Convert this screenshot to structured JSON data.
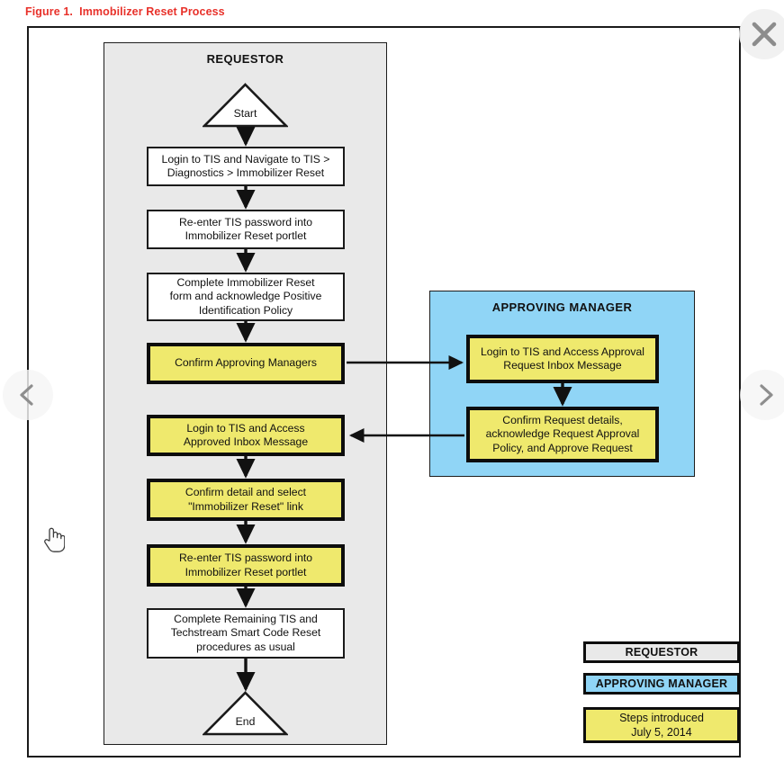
{
  "figure": {
    "caption": "Figure 1.  Immobilizer Reset Process"
  },
  "lanes": {
    "requestor": {
      "title": "REQUESTOR"
    },
    "manager": {
      "title": "APPROVING MANAGER"
    }
  },
  "terminators": {
    "start": "Start",
    "end": "End"
  },
  "requestor_steps": [
    {
      "id": "r1",
      "label": "Login to TIS and Navigate to TIS >\nDiagnostics > Immobilizer Reset",
      "highlight": false
    },
    {
      "id": "r2",
      "label": "Re-enter TIS password into\nImmobilizer Reset portlet",
      "highlight": false
    },
    {
      "id": "r3",
      "label": "Complete Immobilizer Reset\nform and acknowledge Positive\nIdentification Policy",
      "highlight": false
    },
    {
      "id": "r4",
      "label": "Confirm Approving Managers",
      "highlight": true
    },
    {
      "id": "r5",
      "label": "Login to TIS and Access\nApproved Inbox Message",
      "highlight": true
    },
    {
      "id": "r6",
      "label": "Confirm detail and select\n\"Immobilizer Reset\" link",
      "highlight": true
    },
    {
      "id": "r7",
      "label": "Re-enter TIS password into\nImmobilizer Reset portlet",
      "highlight": true
    },
    {
      "id": "r8",
      "label": "Complete Remaining TIS and\nTechstream Smart Code Reset\nprocedures as usual",
      "highlight": false
    }
  ],
  "manager_steps": [
    {
      "id": "m1",
      "label": "Login to TIS and Access Approval\nRequest Inbox Message",
      "highlight": true
    },
    {
      "id": "m2",
      "label": "Confirm Request details,\nacknowledge Request Approval\nPolicy, and Approve Request",
      "highlight": true
    }
  ],
  "legend": [
    {
      "id": "legend-requestor",
      "label": "REQUESTOR",
      "color": "#e9e9e9"
    },
    {
      "id": "legend-manager",
      "label": "APPROVING MANAGER",
      "color": "#90d5f6"
    },
    {
      "id": "legend-steps",
      "label": "Steps introduced\nJuly 5, 2014",
      "color": "#efe96d"
    }
  ],
  "colors": {
    "title_red": "#e8312a",
    "requestor_gray": "#e9e9e9",
    "manager_blue": "#90d5f6",
    "highlight_yellow": "#efe96d",
    "stroke_black": "#111111"
  },
  "viewer": {
    "prev_label": "Previous",
    "next_label": "Next",
    "close_label": "Close"
  }
}
